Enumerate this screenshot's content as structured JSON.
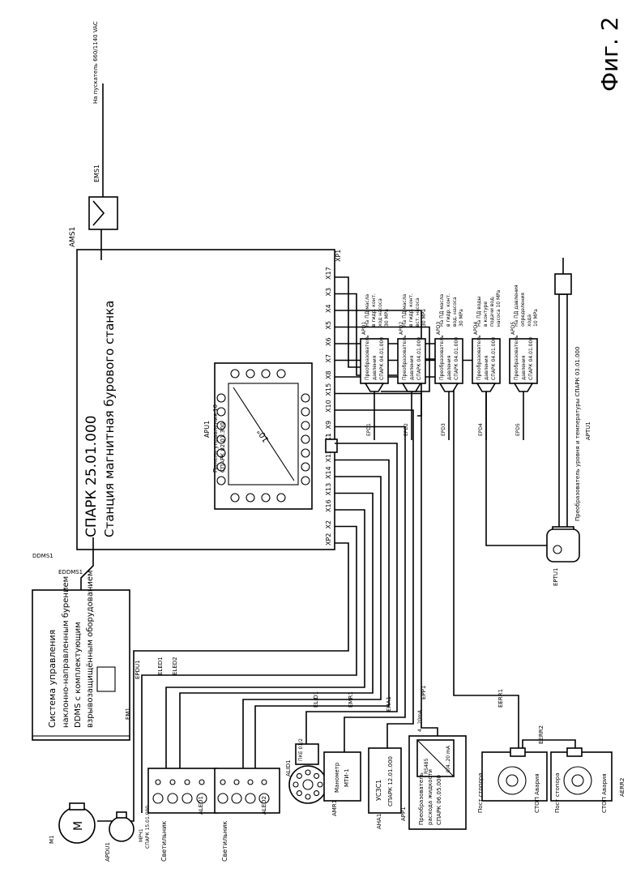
{
  "figure_label": "Фиг. 2",
  "station": {
    "id": "AMS1",
    "title_line1": "СПАРК 25.01.000",
    "title_line2": "Станция магнитная бурового станка",
    "ports": [
      "XP2",
      "X2",
      "X16",
      "X13",
      "X14",
      "X12",
      "X11",
      "X9",
      "X10",
      "X15",
      "X8",
      "X7",
      "X6",
      "X5",
      "X4",
      "X3",
      "X17"
    ],
    "right_port": "X1",
    "power_port": "XP1"
  },
  "panel": {
    "id": "APU1",
    "line1": "Панель управления 10",
    "line2": "СПАРК 02.01.300",
    "diag": "10\""
  },
  "power": {
    "cable": "EMS1",
    "text": "На пускатель 660/1140 VAC"
  },
  "control_system": {
    "id": "DDMS1",
    "cable": "EDDMS1",
    "line1": "Система управления",
    "line2": "наклонно-направленным бурением",
    "line3": "DDMS с комплектующим",
    "line4": "взрывозащищённым оборудованием"
  },
  "sensors": [
    {
      "id": "APD1",
      "cable": "EPD1",
      "l1": "Преобразователь",
      "l2": "давления",
      "l3": "СПАРК 04.01.000",
      "n1": "На ПД масла",
      "n2": "в гидр. конт.",
      "n3": "ход насоса",
      "n4": "30 MPa"
    },
    {
      "id": "APD2",
      "cable": "EPD2",
      "l1": "Преобразователь",
      "l2": "давления",
      "l3": "СПАРК 04.01.000",
      "n1": "На ПД масла",
      "n2": "в гидр. конт.",
      "n3": "вст. насоса",
      "n4": "30 MPa"
    },
    {
      "id": "APD3",
      "cable": "EPD3",
      "l1": "Преобразователь",
      "l2": "давления",
      "l3": "СПАРК 04.01.000",
      "n1": "На ПД масла",
      "n2": "в гидр. конт.",
      "n3": "вод. насоса",
      "n4": "30 MPa"
    },
    {
      "id": "APD4",
      "cable": "EPD4",
      "l1": "Преобразователь",
      "l2": "давления",
      "l3": "СПАРК 04.01.000",
      "n1": "На ПД воды",
      "n2": "в контуре",
      "n3": "подачи вод.",
      "n4": "насоса 10 MPa"
    },
    {
      "id": "APD5",
      "cable": "EPD5",
      "l1": "Преобразователь",
      "l2": "давления",
      "l3": "СПАРК 04.01.000",
      "n1": "На ПД давления",
      "n2": "определения",
      "n3": "хода",
      "n4": "10 MPa"
    }
  ],
  "temp_sensor": {
    "id": "APTU1",
    "cable": "EPTU1",
    "text": "Преобразователь уровня и температуры СПАРК 03.01.000"
  },
  "motor": {
    "id": "M1",
    "cable": "EM1",
    "glyph": "М"
  },
  "mpch": {
    "id": "APDU1",
    "cable": "EPDU1",
    "line1": "МРЧ1",
    "line2": "СПАРК 15.01.000"
  },
  "lights": [
    {
      "id": "ALED1",
      "cable": "ELED1",
      "label": "Светильник"
    },
    {
      "id": "ALED2",
      "cable": "ELED2",
      "label": "Светильник"
    }
  ],
  "beacon": {
    "id": "ALID1",
    "cable": "ELID1",
    "label": "ПКЕ 01/2"
  },
  "manometer": {
    "id": "AMR1",
    "cable": "EMR1",
    "line1": "Манометр",
    "line2": "МТИ-1"
  },
  "alarm": {
    "id": "AHA1",
    "cable": "EHA1",
    "line1": "УСЗС1",
    "line2": "СПАРК 12.01.000"
  },
  "flowmeter": {
    "id": "APP1",
    "cable": "EPP1",
    "line1": "Преобразователь",
    "line2": "расхода жидкости",
    "line3": "СПАРК 06.05.000",
    "box1": "RS485",
    "box2": "0/4..20 mA",
    "box3": "4...20mA"
  },
  "estops": [
    {
      "id": "AERR1",
      "cable": "EERR1",
      "line1": "Пост стопора",
      "line2": "СТОП Авария"
    },
    {
      "id": "AERR2",
      "cable": "EERR2",
      "line1": "Пост стопора",
      "line2": "СТОП Авария"
    }
  ]
}
